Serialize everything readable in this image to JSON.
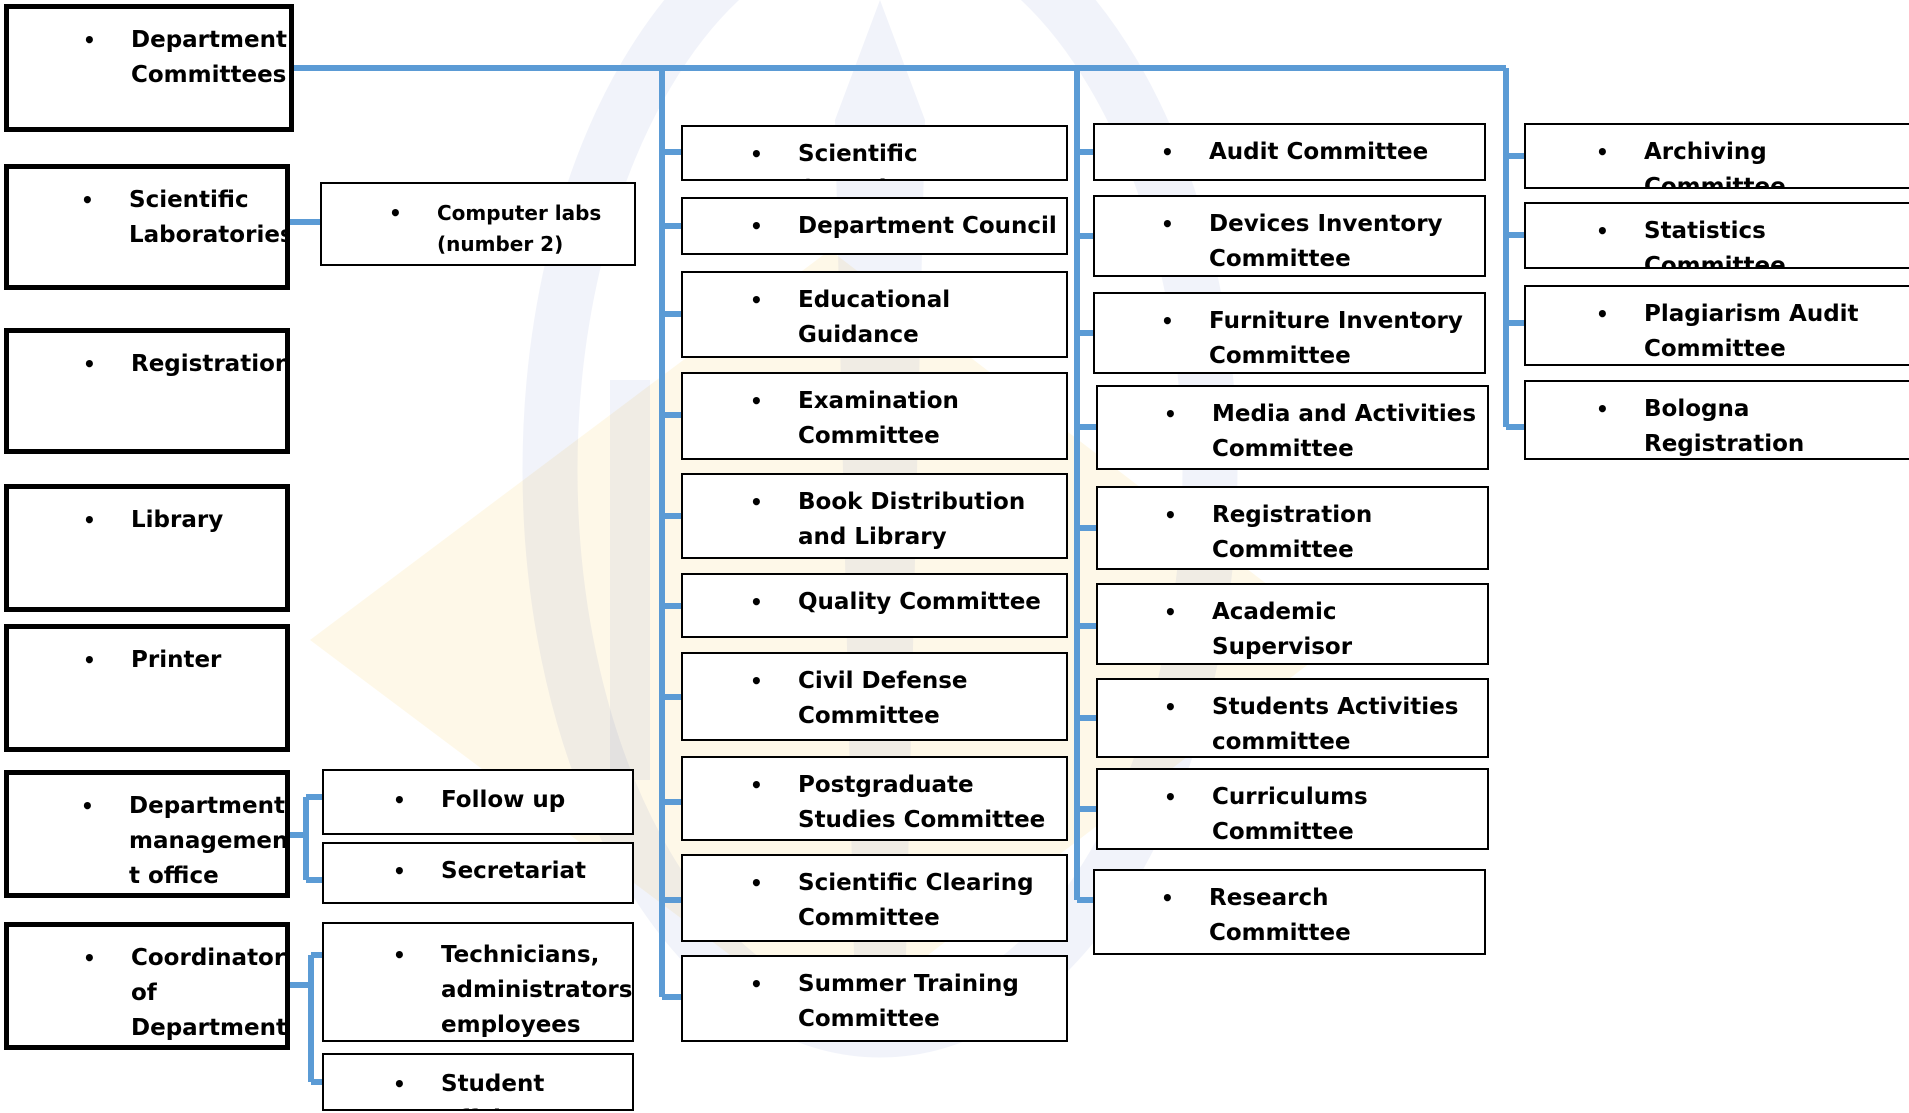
{
  "colors": {
    "connector": "#5B9BD5",
    "border": "#000000",
    "watermark_blue": "#3F51B5",
    "watermark_yellow": "#F5C242"
  },
  "bullet": "•",
  "left_column": [
    {
      "id": "department-committees",
      "label": "Department Committees"
    },
    {
      "id": "scientific-laboratories",
      "label": "Scientific Laboratories"
    },
    {
      "id": "registration",
      "label": "Registration"
    },
    {
      "id": "library",
      "label": "Library"
    },
    {
      "id": "printer",
      "label": "Printer"
    },
    {
      "id": "department-management-office",
      "label": "Department managemen t office"
    },
    {
      "id": "coordinator-of-department",
      "label": "Coordinator of Department"
    }
  ],
  "sub_units": [
    {
      "id": "computer-labs",
      "label": "Computer labs (number 2)"
    },
    {
      "id": "follow-up",
      "label": "Follow up"
    },
    {
      "id": "secretariat",
      "label": "Secretariat"
    },
    {
      "id": "technicians",
      "label": "Technicians, administrators, employees and"
    },
    {
      "id": "student-affairs",
      "label": "Student Affairs"
    }
  ],
  "committees_col1": [
    "Scientific Committee",
    "Department Council",
    "Educational Guidance Committee",
    "Examination Committee",
    "Book Distribution and Library Committee",
    "Quality Committee",
    "Civil Defense Committee",
    "Postgraduate Studies Committee",
    "Scientific Clearing Committee",
    "Summer Training Committee"
  ],
  "committees_col2": [
    "Audit Committee",
    "Devices Inventory Committee",
    "Furniture Inventory Committee",
    "Media and Activities Committee",
    "Registration Committee",
    "Academic Supervisor Committee for Courses",
    "Students Activities committee",
    "Curriculums Committee",
    "Research Committee"
  ],
  "committees_col3": [
    "Archiving Committee",
    "Statistics Committee",
    "Plagiarism Audit Committee",
    "Bologna Registration Committee"
  ]
}
